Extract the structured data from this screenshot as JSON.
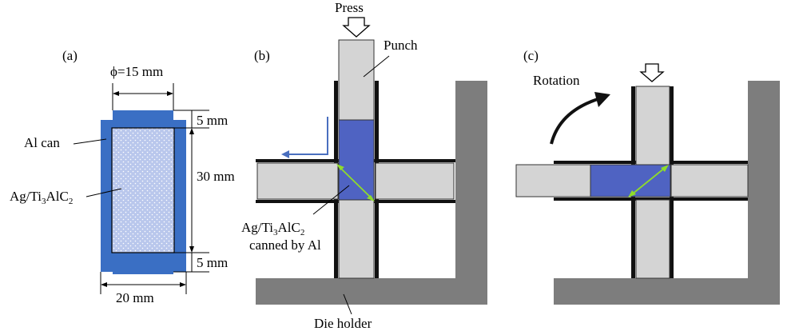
{
  "panels": {
    "a": {
      "label": "(a)",
      "diameter": "ϕ=15 mm",
      "top_thickness": "5 mm",
      "height": "30 mm",
      "bottom_thickness": "5 mm",
      "width": "20 mm",
      "can_label": "Al can",
      "core_label_main": "Ag/Ti",
      "core_label_sub1": "3",
      "core_label_mid": "AlC",
      "core_label_sub2": "2"
    },
    "b": {
      "label": "(b)",
      "press": "Press",
      "punch": "Punch",
      "sample_main": "Ag/Ti",
      "sample_sub1": "3",
      "sample_mid": "AlC",
      "sample_sub2": "2",
      "sample_line2": "canned by Al",
      "die_holder": "Die holder"
    },
    "c": {
      "label": "(c)",
      "rotation": "Rotation"
    }
  },
  "colors": {
    "blue_can": "#3a6fc4",
    "core_fill": "#b9c7ec",
    "sample_blue": "#4f63c2",
    "die_gray": "#7d7d7d",
    "channel_gray": "#d4d4d4",
    "arrow_green": "#8fdc2a",
    "flow_arrow": "#4a6fbf"
  }
}
